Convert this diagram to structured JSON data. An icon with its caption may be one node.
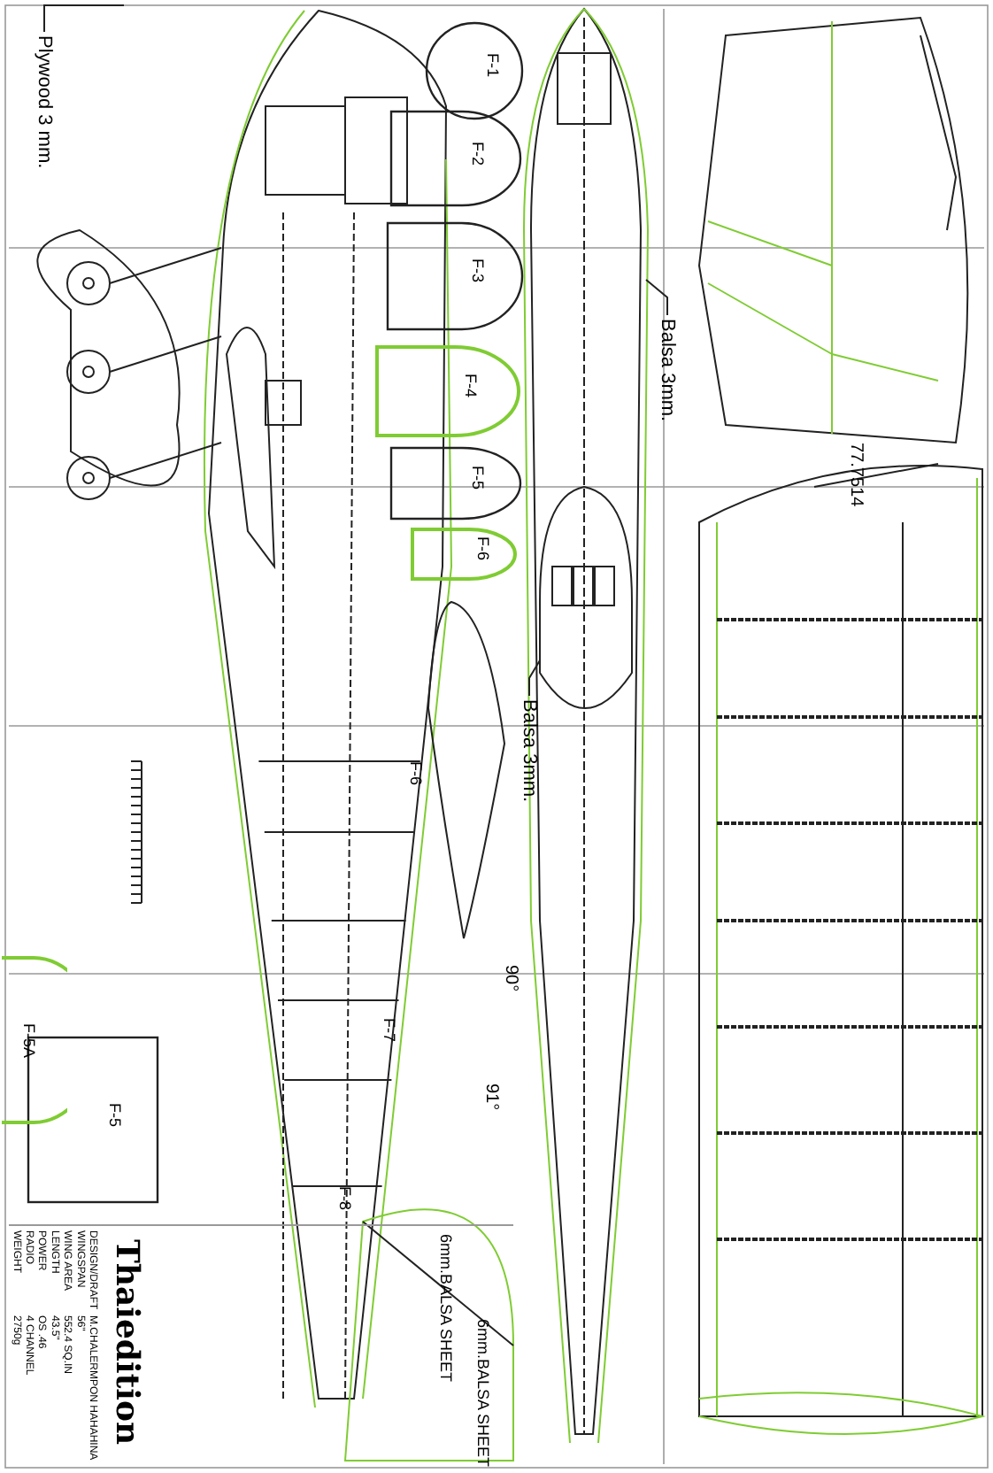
{
  "diagram": {
    "title": "Thaiedition",
    "nodes": [
      {
        "text": [
          "F-1"
        ]
      },
      {
        "text": [
          "F-2"
        ]
      },
      {
        "text": [
          "F-3"
        ]
      },
      {
        "text": [
          "F-4"
        ]
      },
      {
        "text": [
          "F-5"
        ]
      },
      {
        "text": [
          "F-6"
        ]
      },
      {
        "text": [
          "F-5"
        ]
      },
      {
        "text": [
          "F-5A"
        ]
      },
      {
        "text": [
          "Plywood 3 mm."
        ]
      },
      {
        "text": [
          "Balsa 3mm."
        ]
      },
      {
        "text": [
          "Balsa 3mm."
        ]
      }
    ],
    "edges": [
      {
        "from": 8,
        "to": null,
        "arrow": "none"
      },
      {
        "from": 9,
        "to": null,
        "arrow": "none"
      },
      {
        "from": 10,
        "to": null,
        "arrow": "none"
      }
    ],
    "labels": [
      "77.7514",
      "90°",
      "91°",
      "F-6",
      "F-7",
      "F-8",
      "6mm.BALSA SHEET",
      "6mm.BALSA SHEET",
      "DESIGN/DRAFT",
      "M.CHALERMPON HAHAHINA",
      "WINGSPAN",
      "56\"",
      "WING AREA",
      "552.4 SQ.IN",
      "LENGTH",
      "43.5\"",
      "POWER",
      "OS .46",
      "RADIO",
      "4 CHANNEL",
      "WEIGHT",
      "2750g"
    ]
  }
}
